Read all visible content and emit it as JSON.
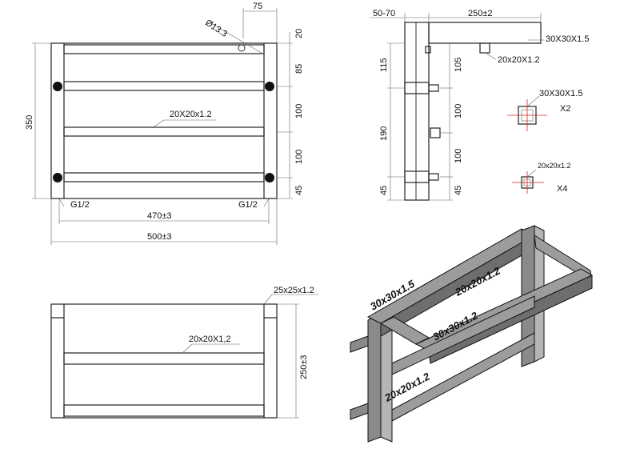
{
  "front_view": {
    "dia": "Ø13.3",
    "offset": "75",
    "dim_20": "20",
    "dim_85": "85",
    "dim_100a": "100",
    "dim_100b": "100",
    "dim_45": "45",
    "height": "350",
    "bar_spec": "20X20x1.2",
    "thread_left": "G1/2",
    "thread_right": "G1/2",
    "inner_width": "470±3",
    "outer_width": "500±3"
  },
  "side_view": {
    "left_offset": "50-70",
    "depth": "250±2",
    "frame_spec": "30X30X1.5",
    "bar_spec": "20x20X1.2",
    "dim_115": "115",
    "dim_190": "190",
    "dim_45": "45",
    "dim_105": "105",
    "dim_100a": "100",
    "dim_100b": "100",
    "dim_45r": "45"
  },
  "sections": {
    "big_spec": "30X30X1.5",
    "big_qty": "X2",
    "small_spec": "20x20x1.2",
    "small_qty": "X4"
  },
  "top_view": {
    "frame_spec": "25x25x1.2",
    "bar_spec": "20x20X1,2",
    "depth": "250±3"
  },
  "iso_view": {
    "label_a": "30x30x1.5",
    "label_b": "20x20x1.2",
    "label_c": "30x30x1.2",
    "label_d": "20x20x1.2"
  },
  "colors": {
    "line": "#333333",
    "object": "#222222",
    "center_mark": "#e02020",
    "iso_fill": "#8a8a8a"
  }
}
